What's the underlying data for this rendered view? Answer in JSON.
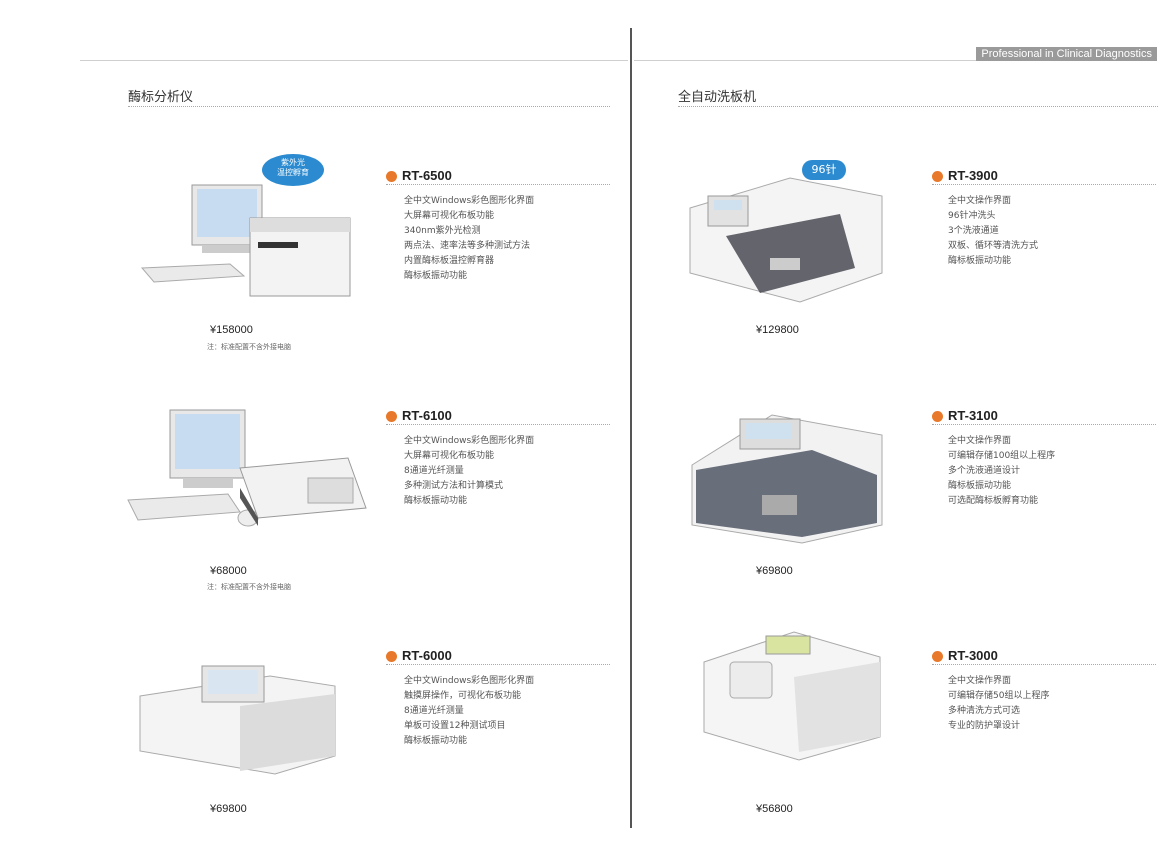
{
  "banner": "Professional in Clinical Diagnostics",
  "left": {
    "section_title": "酶标分析仪",
    "products": [
      {
        "model": "RT-6500",
        "badge": "紫外光\n温控孵育",
        "features": [
          "全中文Windows彩色图形化界面",
          "大屏幕可视化布板功能",
          "340nm紫外光检测",
          "两点法、速率法等多种测试方法",
          "内置酶标板温控孵育器",
          "酶标板振动功能"
        ],
        "price": "¥158000",
        "note": "注：标准配置不含外接电脑"
      },
      {
        "model": "RT-6100",
        "features": [
          "全中文Windows彩色图形化界面",
          "大屏幕可视化布板功能",
          "8通道光纤测量",
          "多种测试方法和计算模式",
          "酶标板振动功能"
        ],
        "price": "¥68000",
        "note": "注：标准配置不含外接电脑"
      },
      {
        "model": "RT-6000",
        "features": [
          "全中文Windows彩色图形化界面",
          "触摸屏操作，可视化布板功能",
          "8通道光纤测量",
          "单板可设置12种测试项目",
          "酶标板振动功能"
        ],
        "price": "¥69800"
      }
    ]
  },
  "right": {
    "section_title": "全自动洗板机",
    "products": [
      {
        "model": "RT-3900",
        "badge": "96针",
        "features": [
          "全中文操作界面",
          "96针冲洗头",
          "3个洗液通道",
          "双板、循环等清洗方式",
          "酶标板振动功能"
        ],
        "price": "¥129800"
      },
      {
        "model": "RT-3100",
        "features": [
          "全中文操作界面",
          "可编辑存储100组以上程序",
          "多个洗液通道设计",
          "酶标板振动功能",
          "可选配酶标板孵育功能"
        ],
        "price": "¥69800"
      },
      {
        "model": "RT-3000",
        "features": [
          "全中文操作界面",
          "可编辑存储50组以上程序",
          "多种清洗方式可选",
          "专业的防护罩设计"
        ],
        "price": "¥56800"
      }
    ]
  }
}
